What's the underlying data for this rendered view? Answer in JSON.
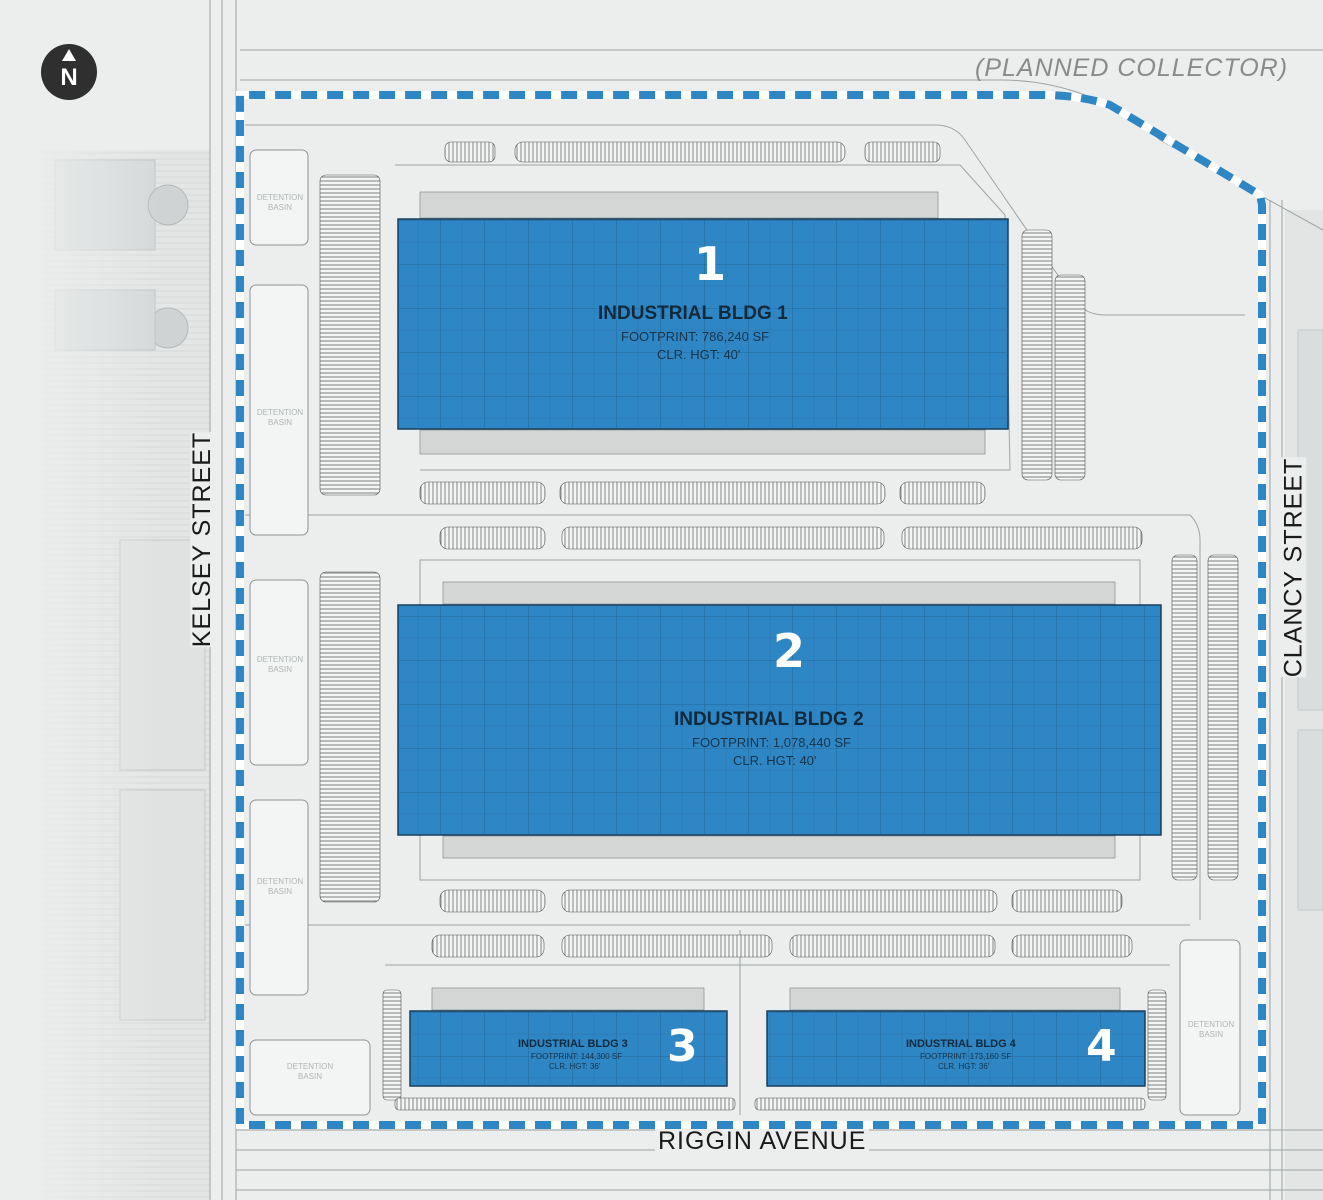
{
  "streets": {
    "kelsey": "KELSEY STREET",
    "clancy": "CLANCY STREET",
    "riggin": "RIGGIN AVENUE",
    "collector": "(PLANNED COLLECTOR)"
  },
  "north_label": "N",
  "icons": {
    "north_arrow": "north-arrow-icon"
  },
  "colors": {
    "building_fill": "#2f86c4",
    "building_grid": "#1a5c8c",
    "property_line": "#2f86c4",
    "background": "#eceeee"
  },
  "buildings": [
    {
      "number": "1",
      "name": "INDUSTRIAL BLDG 1",
      "footprint": "FOOTPRINT: 786,240 SF",
      "clear_height": "CLR. HGT: 40'"
    },
    {
      "number": "2",
      "name": "INDUSTRIAL BLDG 2",
      "footprint": "FOOTPRINT: 1,078,440 SF",
      "clear_height": "CLR. HGT: 40'"
    },
    {
      "number": "3",
      "name": "INDUSTRIAL BLDG 3",
      "footprint": "FOOTPRINT: 144,300 SF",
      "clear_height": "CLR. HGT: 36'"
    },
    {
      "number": "4",
      "name": "INDUSTRIAL BLDG 4",
      "footprint": "FOOTPRINT: 173,160 SF",
      "clear_height": "CLR. HGT: 36'"
    }
  ],
  "basin_label": [
    "DETENTION",
    "BASIN"
  ]
}
